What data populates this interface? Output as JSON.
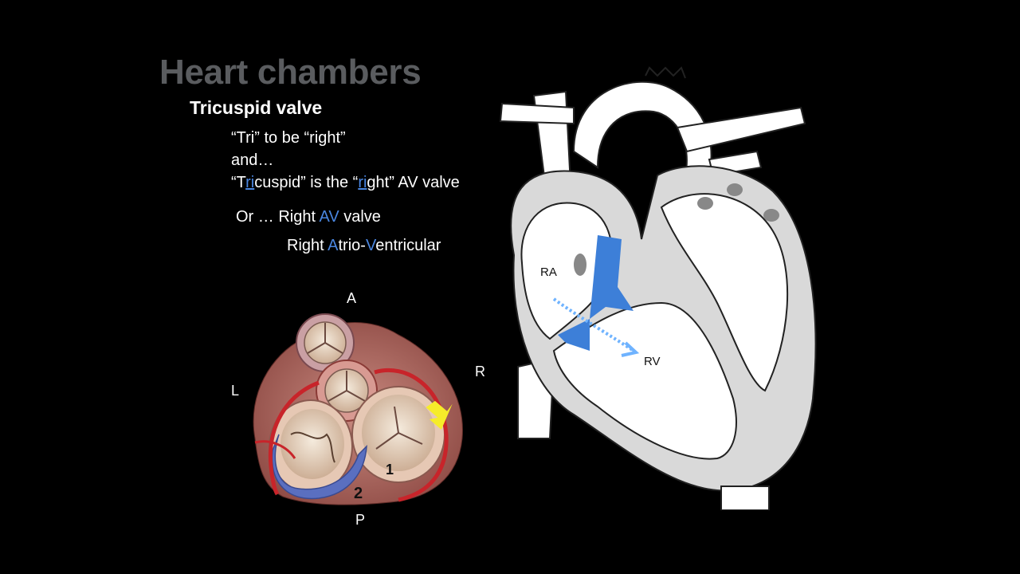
{
  "title": "Heart chambers",
  "subtitle": "Tricuspid valve",
  "notes": {
    "line1": "“Tri” to be “right”",
    "line2": "and…",
    "line3_a": "“T",
    "line3_b": "ri",
    "line3_c": "cuspid” is the “",
    "line3_d": "ri",
    "line3_e": "ght” AV valve",
    "line4_a": "Or … Right ",
    "line4_b": "AV",
    "line4_c": " valve",
    "line5_a": "Right ",
    "line5_b": "A",
    "line5_c": "trio-",
    "line5_d": "V",
    "line5_e": "entricular"
  },
  "valve_labels": {
    "top": "A",
    "left": "L",
    "right": "R",
    "bottom": "P",
    "num1": "1",
    "num2": "2"
  },
  "heart_labels": {
    "ra": "RA",
    "rv": "RV"
  },
  "colors": {
    "title": "#5a5c5f",
    "highlight": "#4a86e0",
    "arrow": "#f6ec2a",
    "artery": "#c8242a",
    "vein": "#5a6fc0"
  }
}
